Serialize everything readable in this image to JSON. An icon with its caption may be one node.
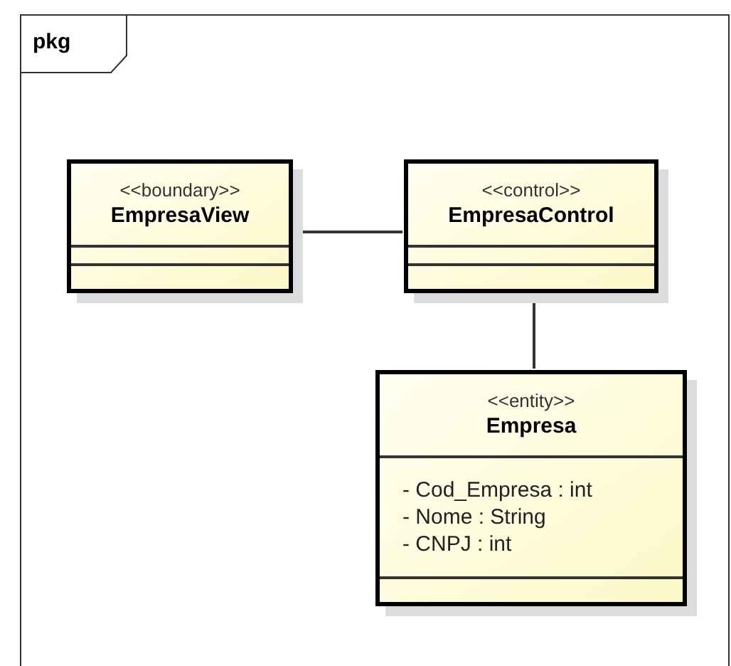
{
  "diagram": {
    "nodes": [
      {
        "text": [
          "pkg"
        ]
      },
      {
        "text": [
          "<<boundary>>",
          "EmpresaView"
        ],
        "in": 0
      },
      {
        "text": [
          "<<control>>",
          "EmpresaControl"
        ],
        "in": 0
      },
      {
        "text": [
          "<<entity>>",
          "Empresa",
          "- Cod_Empresa : int",
          "- Nome : String",
          "- CNPJ : int"
        ],
        "in": 0
      }
    ],
    "edges": [
      {
        "from": 1,
        "to": 2,
        "arrow": "none"
      },
      {
        "from": 2,
        "to": 3,
        "arrow": "none"
      }
    ]
  }
}
